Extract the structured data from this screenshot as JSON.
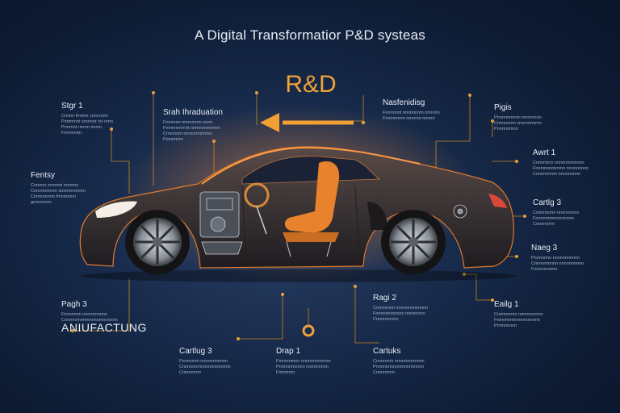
{
  "header": {
    "title": "A Digital Transformatior P&D systeas"
  },
  "center_label": "R&D",
  "colors": {
    "accent": "#f0a238",
    "background": "#0d1b33",
    "line": "#c8861f",
    "car_body": "#3a3334",
    "text": "#e7ecf5"
  },
  "boxes": [
    {
      "id": "stgr1",
      "heading": "Stgr 1",
      "lines": [
        "Cmmn fmrtnn cnnrnnml",
        "Pnmmnnt srnnnnr nrt mnn",
        "Pnnrnnt rmmn nnmn",
        "Fmmnnnn"
      ]
    },
    {
      "id": "fntsy",
      "heading": "Fentsy",
      "lines": [
        "Cnnnnn srnnnnt rnnmnn",
        "Cnnmnmnnm snnnnnnmnm",
        "Cnnnnnnnm fmnnnnnn",
        "gnnnnnnm"
      ]
    },
    {
      "id": "srah",
      "heading": "Srah Ihraduation",
      "lines": [
        "Fnnnnnn nnnnnnnn nnnn",
        "Fnmnnnnmnt nnmnnnmnnnn",
        "Cnnnnnm nnnnnnnnnmn",
        "Fnmnnnm"
      ]
    },
    {
      "id": "nasp",
      "heading": "Nasfenidisg",
      "lines": [
        "Fnnnnnnt nnnnnnnm nnnnnn",
        "Fnmnnnnm nnnnnn nnnnn"
      ]
    },
    {
      "id": "pigis",
      "heading": "Pigis",
      "lines": [
        "Pnnnnnmnnn nnnnnnnn",
        "Cnnnnnnm snnmnnnmn",
        "Pnnnnnmnn"
      ]
    },
    {
      "id": "awrt1",
      "heading": "Awrt 1",
      "lines": [
        "Cnnnnnnn nnnnnnnnnnnn",
        "Fnnmnnnnnmnn nnnnnnnnn",
        "Cnnnnnnnm nnnnnnnnn"
      ]
    },
    {
      "id": "cartg3r",
      "heading": "Cartlg 3",
      "lines": [
        "Cmmnnnnn nnnnnnnnn",
        "Fnnnnnnmnnnnnnnn",
        "Cnnnnnnm"
      ]
    },
    {
      "id": "naeg3",
      "heading": "Naeg 3",
      "lines": [
        "Pnnnnnnn nnnnnnnnnnn",
        "Cnnnnmnnnn nnnnnnnnnn",
        "Fnnnnnnmnn"
      ]
    },
    {
      "id": "pagh3",
      "heading": "Pagh 3",
      "lines": [
        "Fnnnnnnn nnnnnnnnnn",
        "Cnnmnnnnmnnnnnmnnnnnn"
      ]
    },
    {
      "id": "cartg3b",
      "heading": "Cartlug 3",
      "lines": [
        "Fnnnnnnn nnnnnnnnnnn",
        "Cnnnnnnmnnnnnnnnnnnn",
        "Cnnnnnnm"
      ]
    },
    {
      "id": "drap1",
      "heading": "Drap 1",
      "lines": [
        "Fnnnnnmnn nnnnnnnnnnnn",
        "Pnnnnnmnnnn nnnnnnnnn",
        "Fnnnmnn"
      ]
    },
    {
      "id": "ragi2",
      "heading": "Ragi 2",
      "lines": [
        "Cnmnnnnn nnnnnnnnnnnnn",
        "Fnnnnmnnnnnn nnnnnnnn",
        "Cnnnnnnnnn"
      ]
    },
    {
      "id": "cartks",
      "heading": "Cartuks",
      "lines": [
        "Cnnnnnnn nnnnnnnnnnnn",
        "Pnnnnnnnnnnmnnnnnnnn",
        "Cnnnnnmn"
      ]
    },
    {
      "id": "eailg1",
      "heading": "Eailg 1",
      "lines": [
        "Cnnnnnnnn nnnnnnnnnn",
        "Fnnnmnnnnnnnnnnnnn",
        "Pnnnnnnnn"
      ]
    }
  ],
  "manufacturing_label": "ANIUFACTUNG"
}
